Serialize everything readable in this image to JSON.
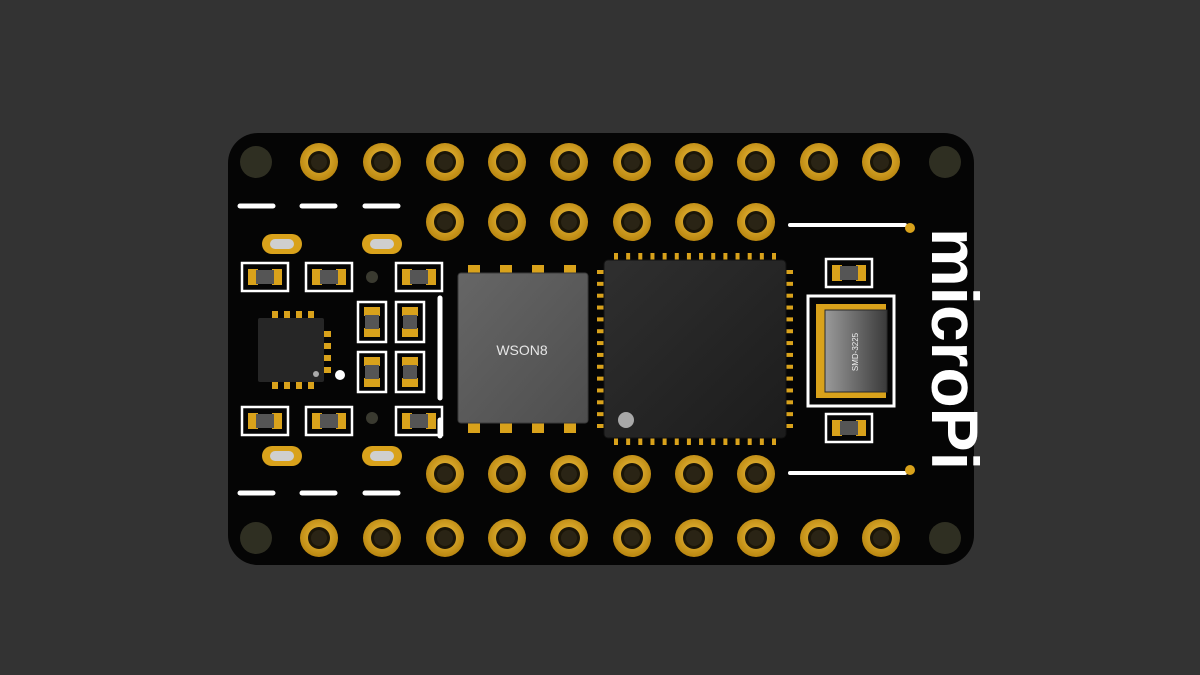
{
  "board": {
    "brand": "microPi",
    "flash_chip_label": "WSON8",
    "inductor_label": "SMD-3225"
  },
  "colors": {
    "background": "#333333",
    "pcb": "#050505",
    "gold": "#d9a21b",
    "silkscreen": "#ffffff",
    "ic_body": "#2b2b2b",
    "flash_body": "#5a5a5a"
  }
}
